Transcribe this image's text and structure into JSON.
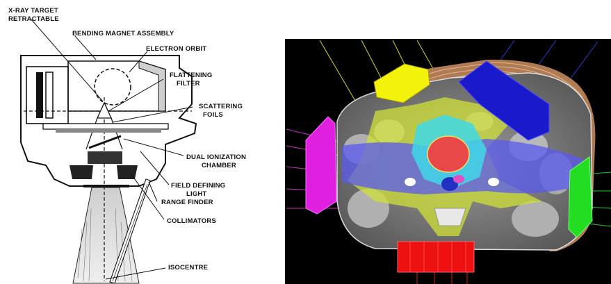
{
  "left_diagram": {
    "labels": {
      "xray_target_line1": "X-RAY TARGET",
      "xray_target_line2": "RETRACTABLE",
      "bending_magnet": "BENDING MAGNET ASSEMBLY",
      "electron_orbit": "ELECTRON ORBIT",
      "flattening_line1": "FLATTENING",
      "flattening_line2": "FILTER",
      "scattering_line1": "SCATTERING",
      "scattering_line2": "FOILS",
      "dual_ion_line1": "DUAL IONIZATION",
      "dual_ion_line2": "CHAMBER",
      "field_defining_line1": "FIELD DEFINING",
      "field_defining_line2": "LIGHT",
      "range_finder": "RANGE FINDER",
      "collimators": "COLLIMATORS",
      "isocentre": "ISOCENTRE"
    }
  },
  "right_image": {
    "background": "#000000",
    "beam_colors": {
      "magenta": "#e020e0",
      "yellow": "#f2f20a",
      "blue": "#1a1acc",
      "green": "#22dd22",
      "red": "#ee1111"
    },
    "dose_colors": {
      "skin": "#c8906a",
      "dose_low": "#d8e830",
      "dose_mid": "#6060f0",
      "dose_high": "#40d0e0",
      "target": "#e84040"
    }
  }
}
